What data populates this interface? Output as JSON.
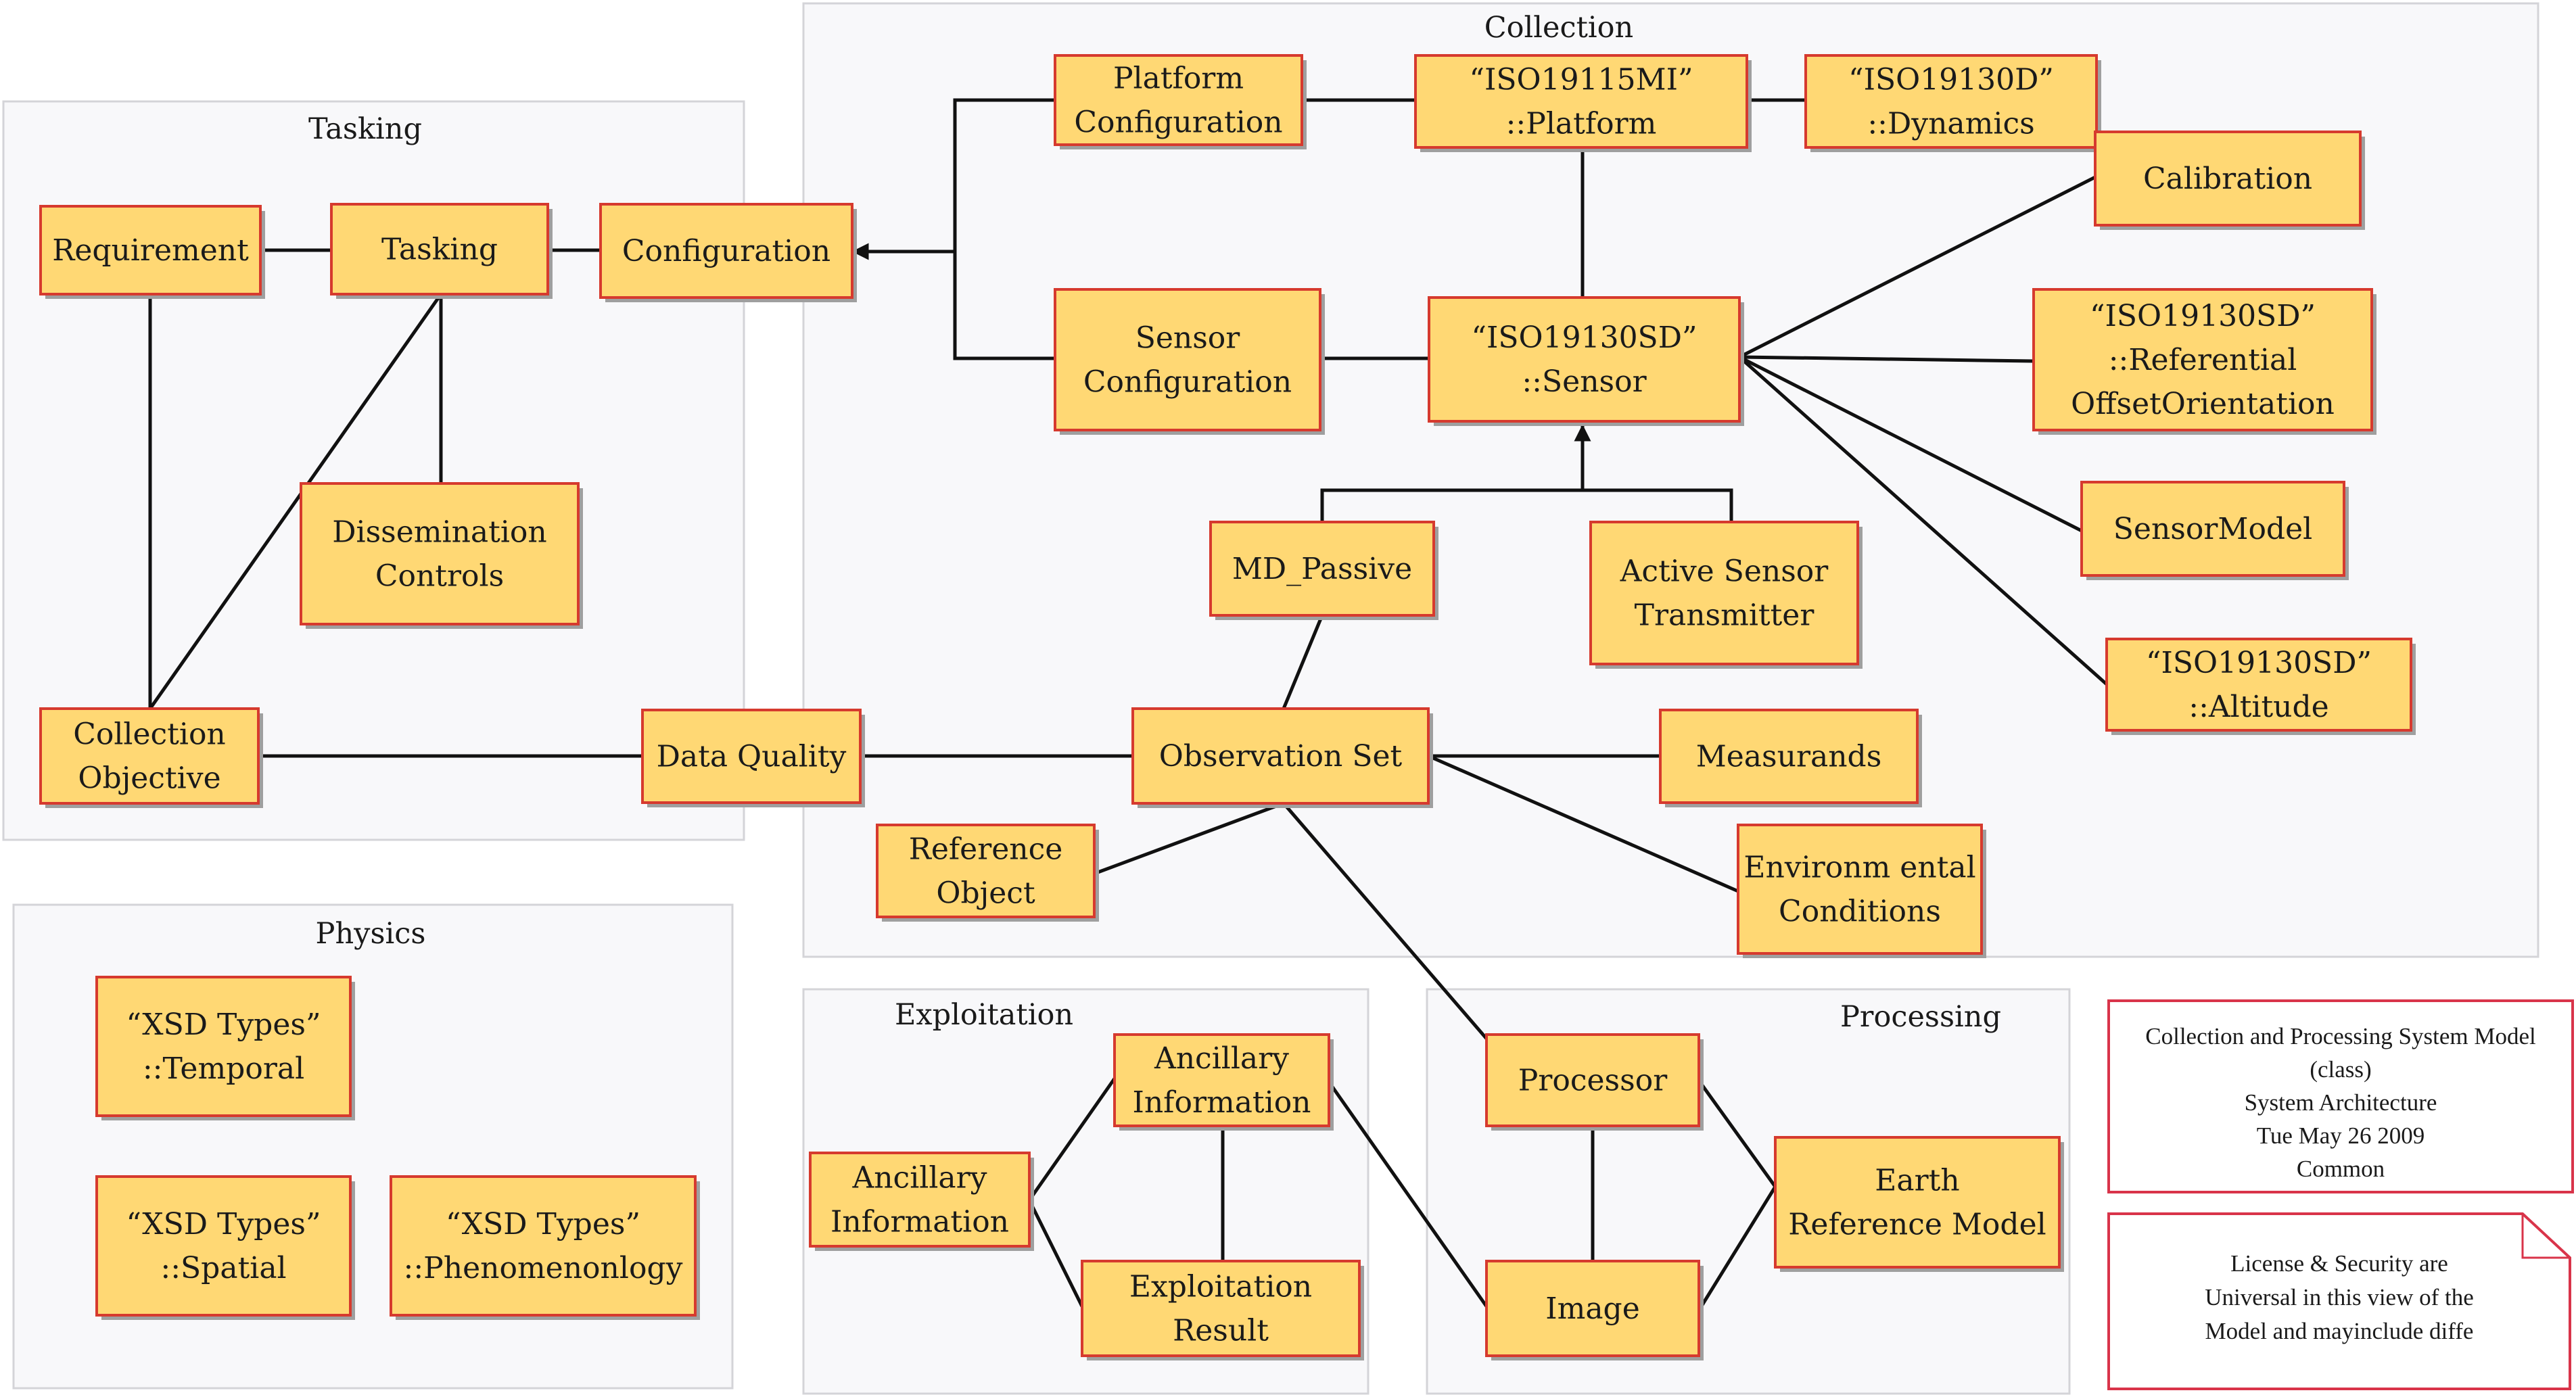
{
  "colors": {
    "box_fill": "#FFD874",
    "box_border": "#D63A2E",
    "box_shadow": "#9F9F9F",
    "package_fill": "#F8F8FA",
    "package_border": "#D4D4D8",
    "line": "#111111",
    "note_border": "#D9344A"
  },
  "packages": {
    "tasking": "Tasking",
    "collection": "Collection",
    "physics": "Physics",
    "exploitation": "Exploitation",
    "processing": "Processing"
  },
  "nodes": {
    "requirement": [
      "Requirement"
    ],
    "tasking": [
      "Tasking"
    ],
    "configuration": [
      "Configuration"
    ],
    "dissemination_controls": [
      "Dissemination",
      "Controls"
    ],
    "collection_objective": [
      "Collection",
      "Objective"
    ],
    "data_quality": [
      "Data Quality"
    ],
    "platform_configuration": [
      "Platform",
      "Configuration"
    ],
    "iso19115mi_platform": [
      "“ISO19115MI”",
      "::Platform"
    ],
    "iso19130d_dynamics": [
      "“ISO19130D”",
      "::Dynamics"
    ],
    "calibration": [
      "Calibration"
    ],
    "sensor_configuration": [
      "Sensor",
      "Configuration"
    ],
    "iso19130sd_sensor": [
      "“ISO19130SD”",
      "::Sensor"
    ],
    "iso19130sd_referential": [
      "“ISO19130SD”",
      "::Referential",
      "OffsetOrientation"
    ],
    "sensor_model": [
      "SensorModel"
    ],
    "md_passive": [
      "MD_Passive"
    ],
    "active_sensor_transmitter": [
      "Active Sensor",
      "Transmitter"
    ],
    "iso19130sd_altitude": [
      "“ISO19130SD”",
      "::Altitude"
    ],
    "observation_set": [
      "Observation Set"
    ],
    "measurands": [
      "Measurands"
    ],
    "reference_object": [
      "Reference",
      "Object"
    ],
    "environmental_conditions": [
      "Environm ental",
      "Conditions"
    ],
    "xsd_temporal": [
      "“XSD Types”",
      "::Temporal"
    ],
    "xsd_spatial": [
      "“XSD Types”",
      "::Spatial"
    ],
    "xsd_phenomenology": [
      "“XSD Types”",
      "::Phenomenonlogy"
    ],
    "ancillary_information_top": [
      "Ancillary",
      "Information"
    ],
    "ancillary_information_left": [
      "Ancillary",
      "Information"
    ],
    "exploitation_result": [
      "Exploitation",
      "Result"
    ],
    "processor": [
      "Processor"
    ],
    "image": [
      "Image"
    ],
    "earth_reference_model": [
      "Earth",
      "Reference Model"
    ]
  },
  "notes": {
    "model_info": [
      "Collection and Processing System Model",
      "(class)",
      "System Architecture",
      "Tue May 26 2009",
      "Common"
    ],
    "license": [
      "License & Security are",
      "Universal in this view of the",
      "Model and mayinclude diffe"
    ]
  }
}
